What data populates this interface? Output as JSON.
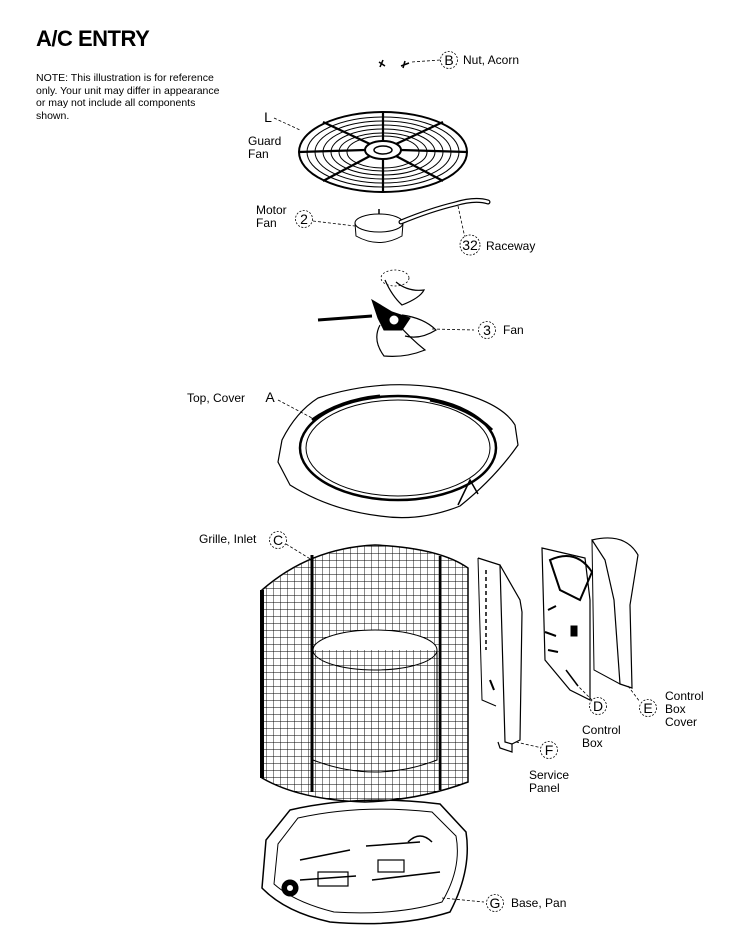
{
  "header": {
    "title": "A/C ENTRY",
    "note": "NOTE: This illustration is for reference only. Your unit may differ in appearance or may not include all components shown."
  },
  "parts": {
    "nut_acorn": {
      "callout": "B",
      "label": "Nut, Acorn"
    },
    "guard_fan": {
      "callout": "L",
      "label_line1": "Guard",
      "label_line2": "Fan"
    },
    "motor_fan": {
      "callout": "2",
      "label_line1": "Motor",
      "label_line2": "Fan"
    },
    "raceway": {
      "callout": "32",
      "label": "Raceway"
    },
    "fan": {
      "callout": "3",
      "label": "Fan"
    },
    "top_cover": {
      "callout": "A",
      "label": "Top, Cover"
    },
    "grille_inlet": {
      "callout": "C",
      "label": "Grille, Inlet"
    },
    "control_box": {
      "callout": "D",
      "label_line1": "Control",
      "label_line2": "Box"
    },
    "control_box_cover": {
      "callout": "E",
      "label_line1": "Control",
      "label_line2": "Box",
      "label_line3": "Cover"
    },
    "service_panel": {
      "callout": "F",
      "label_line1": "Service",
      "label_line2": "Panel"
    },
    "base_pan": {
      "callout": "G",
      "label": "Base, Pan"
    }
  }
}
